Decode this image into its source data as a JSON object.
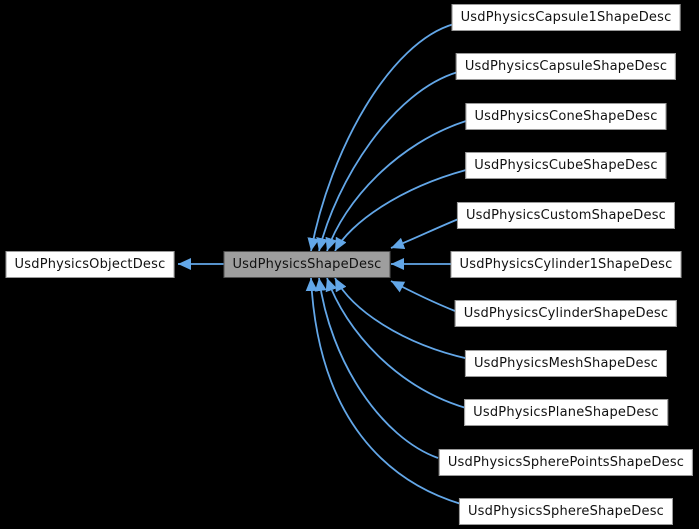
{
  "diagram": {
    "type": "class-inheritance-graph",
    "colors": {
      "background": "#000000",
      "arrow": "#63a7e8",
      "node_fill": "#ffffff",
      "node_border": "#9a9a9a",
      "node_text": "#111111",
      "current_node_fill": "#9e9e9e",
      "current_node_border": "#4f4f4f"
    },
    "nodes": [
      {
        "label": "UsdPhysicsObjectDesc",
        "role": "base"
      },
      {
        "label": "UsdPhysicsShapeDesc",
        "role": "current"
      },
      {
        "label": "UsdPhysicsCapsule1ShapeDesc",
        "role": "derived"
      },
      {
        "label": "UsdPhysicsCapsuleShapeDesc",
        "role": "derived"
      },
      {
        "label": "UsdPhysicsConeShapeDesc",
        "role": "derived"
      },
      {
        "label": "UsdPhysicsCubeShapeDesc",
        "role": "derived"
      },
      {
        "label": "UsdPhysicsCustomShapeDesc",
        "role": "derived"
      },
      {
        "label": "UsdPhysicsCylinder1ShapeDesc",
        "role": "derived"
      },
      {
        "label": "UsdPhysicsCylinderShapeDesc",
        "role": "derived"
      },
      {
        "label": "UsdPhysicsMeshShapeDesc",
        "role": "derived"
      },
      {
        "label": "UsdPhysicsPlaneShapeDesc",
        "role": "derived"
      },
      {
        "label": "UsdPhysicsSpherePointsShapeDesc",
        "role": "derived"
      },
      {
        "label": "UsdPhysicsSphereShapeDesc",
        "role": "derived"
      }
    ],
    "edges": [
      {
        "from": "UsdPhysicsShapeDesc",
        "to": "UsdPhysicsObjectDesc"
      },
      {
        "from": "UsdPhysicsCapsule1ShapeDesc",
        "to": "UsdPhysicsShapeDesc"
      },
      {
        "from": "UsdPhysicsCapsuleShapeDesc",
        "to": "UsdPhysicsShapeDesc"
      },
      {
        "from": "UsdPhysicsConeShapeDesc",
        "to": "UsdPhysicsShapeDesc"
      },
      {
        "from": "UsdPhysicsCubeShapeDesc",
        "to": "UsdPhysicsShapeDesc"
      },
      {
        "from": "UsdPhysicsCustomShapeDesc",
        "to": "UsdPhysicsShapeDesc"
      },
      {
        "from": "UsdPhysicsCylinder1ShapeDesc",
        "to": "UsdPhysicsShapeDesc"
      },
      {
        "from": "UsdPhysicsCylinderShapeDesc",
        "to": "UsdPhysicsShapeDesc"
      },
      {
        "from": "UsdPhysicsMeshShapeDesc",
        "to": "UsdPhysicsShapeDesc"
      },
      {
        "from": "UsdPhysicsPlaneShapeDesc",
        "to": "UsdPhysicsShapeDesc"
      },
      {
        "from": "UsdPhysicsSpherePointsShapeDesc",
        "to": "UsdPhysicsShapeDesc"
      },
      {
        "from": "UsdPhysicsSphereShapeDesc",
        "to": "UsdPhysicsShapeDesc"
      }
    ]
  }
}
